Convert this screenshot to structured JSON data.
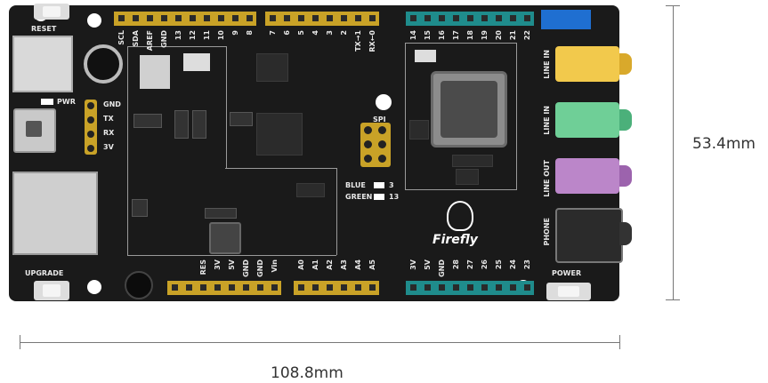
{
  "board": {
    "buttons": {
      "reset": "RESET",
      "upgrade": "UPGRADE",
      "power": "POWER"
    },
    "power_led": "PWR",
    "uart_pins": [
      "GND",
      "TX",
      "RX",
      "3V"
    ],
    "spi_label": "SPI",
    "leds": [
      {
        "label": "BLUE",
        "pin": "3"
      },
      {
        "label": "GREEN",
        "pin": "13"
      }
    ],
    "logo_text": "Firefly",
    "top_header_left": [
      "SCL",
      "SDA",
      "AREF",
      "GND",
      "13",
      "12",
      "11",
      "10",
      "9",
      "8"
    ],
    "top_header_mid": [
      "7",
      "6",
      "5",
      "4",
      "3",
      "2",
      "TX→1",
      "RX←0"
    ],
    "top_header_right": [
      "14",
      "15",
      "16",
      "17",
      "18",
      "19",
      "20",
      "21",
      "22"
    ],
    "bottom_header_left": [
      "RES",
      "3V",
      "5V",
      "GND",
      "GND",
      "Vin"
    ],
    "bottom_header_mid": [
      "A0",
      "A1",
      "A2",
      "A3",
      "A4",
      "A5"
    ],
    "bottom_header_right": [
      "3V",
      "5V",
      "GND",
      "28",
      "27",
      "26",
      "25",
      "24",
      "23"
    ],
    "audio_jacks": [
      "LINE IN",
      "LINE IN",
      "LINE OUT",
      "PHONE"
    ],
    "audio_colors": [
      "#f2c94c",
      "#6fcf97",
      "#bb86c9",
      "#2b2b2b"
    ]
  },
  "dimensions": {
    "width": "108.8mm",
    "height": "53.4mm"
  }
}
